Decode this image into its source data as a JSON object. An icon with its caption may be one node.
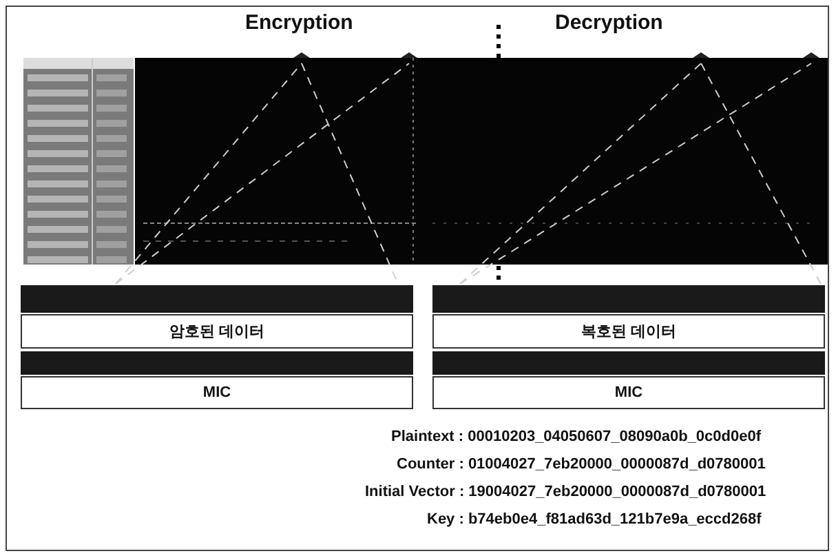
{
  "diagram": {
    "labels": [
      "Encryption",
      "Decryption",
      "암호된 데이터",
      "MIC",
      "복호된 데이터",
      "MIC",
      "Plaintext : 00010203_04050607_08090a0b_0c0d0e0f",
      "Counter : 01004027_7eb20000_0000087d_d0780001",
      "Initial Vector : 19004027_7eb20000_0000087d_d0780001",
      "Key : b74eb0e4_f81ad63d_121b7e9a_eccd268f"
    ]
  }
}
